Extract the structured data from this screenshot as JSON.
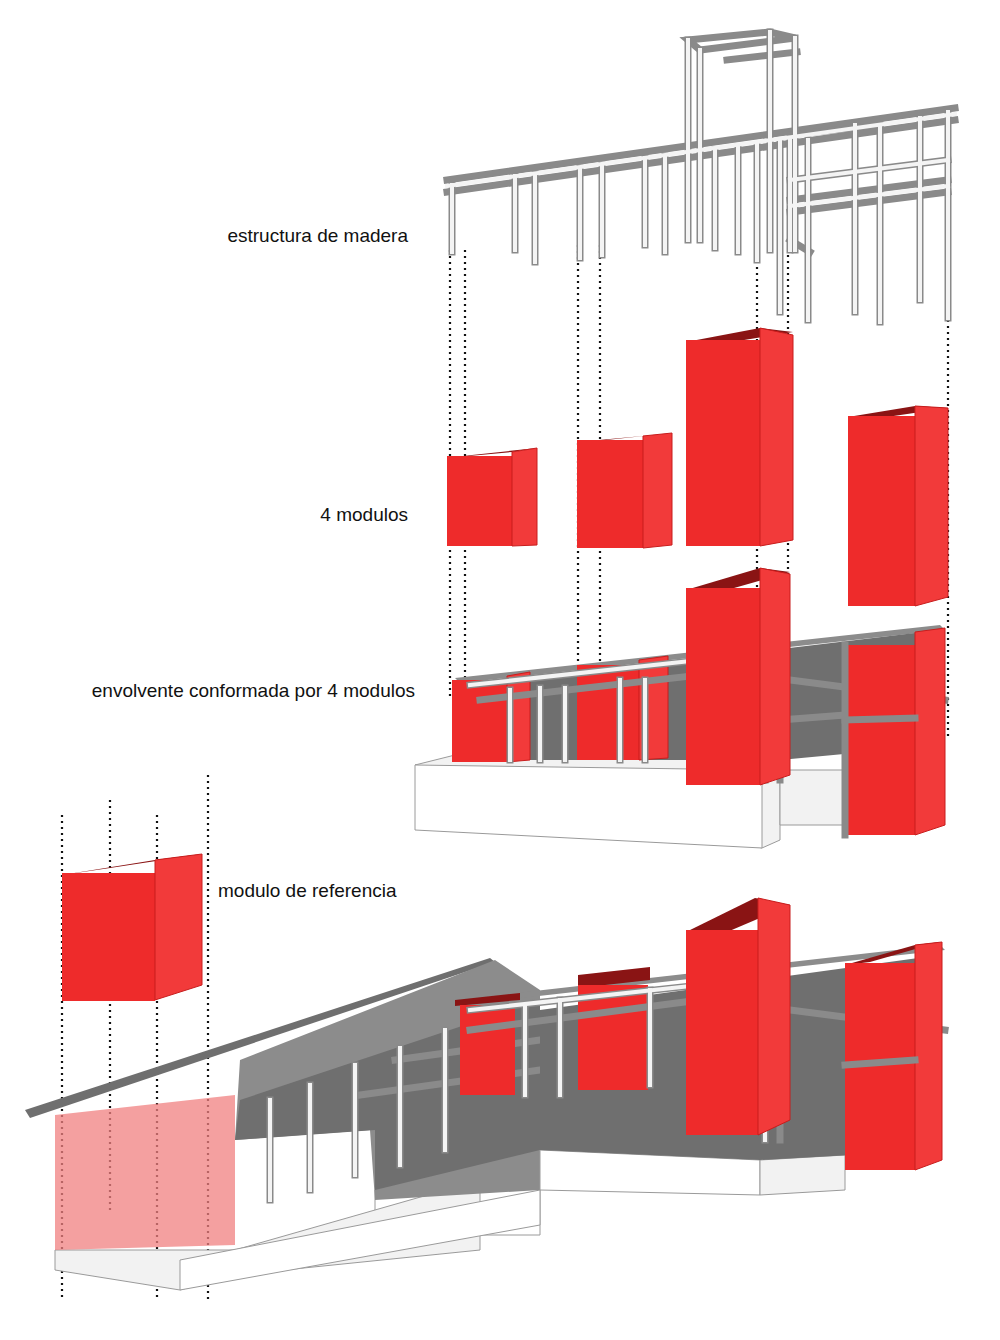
{
  "diagram": {
    "labels": [
      "estructura de madera",
      "4 modulos",
      "envolvente conformada por 4 modulos",
      "modulo de referencia"
    ]
  }
}
